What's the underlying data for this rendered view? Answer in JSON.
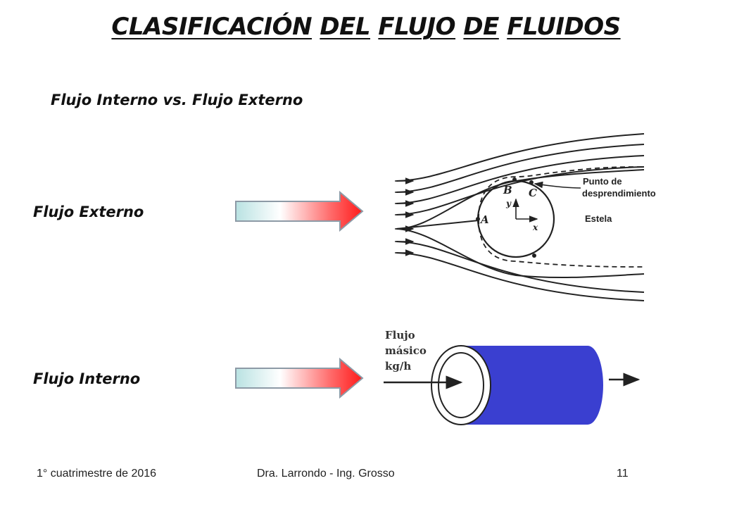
{
  "title": {
    "words": [
      "CLASIFICACIÓN",
      "DEL",
      "FLUJO",
      "DE",
      "FLUIDOS"
    ]
  },
  "subtitle": "Flujo Interno vs. Flujo Externo",
  "external": {
    "label": "Flujo Externo",
    "diagram": {
      "point_a": "A",
      "point_b": "B",
      "point_c": "C",
      "axis_x": "x",
      "axis_y": "y",
      "separation_line1": "Punto de",
      "separation_line2": "desprendimiento",
      "wake": "Estela"
    }
  },
  "internal": {
    "label": "Flujo Interno",
    "diagram": {
      "mass_flow_line1": "Flujo",
      "mass_flow_line2": "másico",
      "mass_flow_line3": "kg/h",
      "pipe_color": "#3a3fd0"
    }
  },
  "footer": {
    "left": "1° cuatrimestre de 2016",
    "center": "Dra. Larrondo - Ing. Grosso",
    "page": "11"
  }
}
